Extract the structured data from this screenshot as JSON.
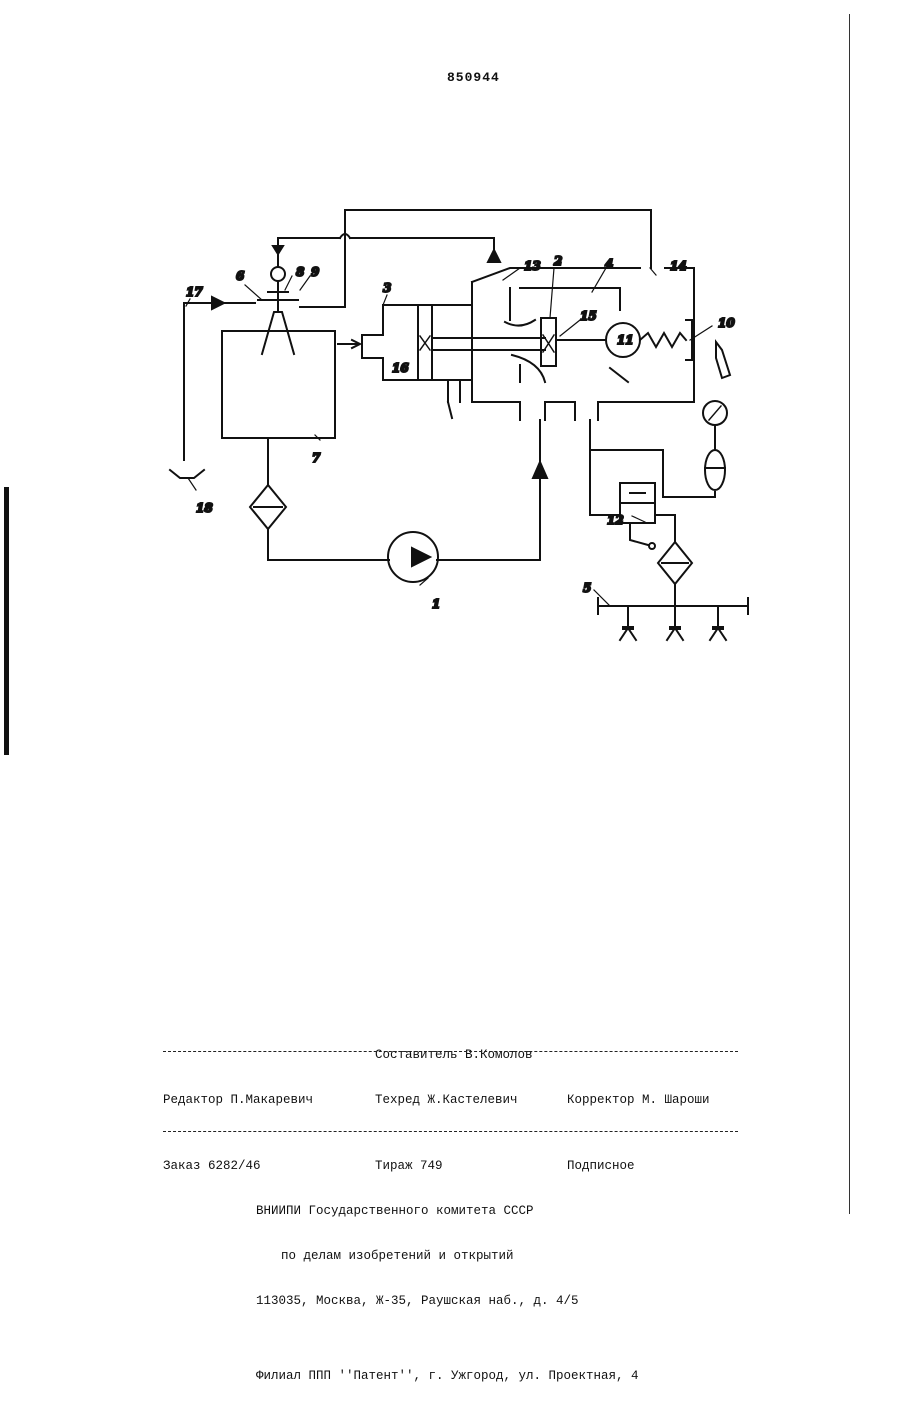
{
  "document": {
    "patent_number": "850944"
  },
  "diagram": {
    "labels": [
      "1",
      "2",
      "3",
      "4",
      "5",
      "6",
      "7",
      "8",
      "9",
      "10",
      "11",
      "12",
      "13",
      "14",
      "15",
      "16",
      "17",
      "18"
    ]
  },
  "imprint": {
    "compiler": "Составитель В.Комолов",
    "editor": "Редактор П.Макаревич",
    "techred": "Техред Ж.Кастелевич",
    "corrector": "Корректор М. Шароши",
    "order": "Заказ 6282/46",
    "circulation": "Тираж 749",
    "subscription": "Подписное",
    "org_line1": "ВНИИПИ Государственного комитета СССР",
    "org_line2": "по делам изобретений и открытий",
    "address": "113035, Москва, Ж-35, Раушская наб., д. 4/5",
    "branch": "Филиал ППП ''Патент'', г. Ужгород, ул. Проектная, 4"
  }
}
